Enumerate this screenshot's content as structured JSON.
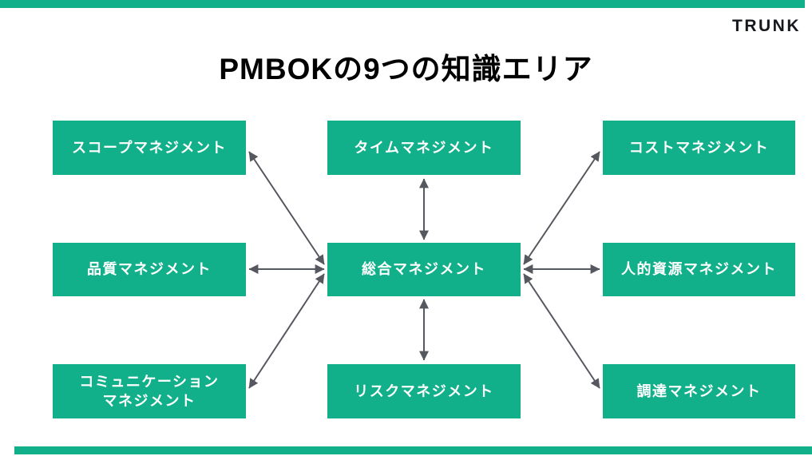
{
  "page": {
    "brand": "TRUNK",
    "title": "PMBOKの9つの知識エリア"
  },
  "diagram": {
    "center": {
      "label": "総合マネジメント"
    },
    "nodes": [
      {
        "label": "スコープマネジメント",
        "position": "top-left"
      },
      {
        "label": "タイムマネジメント",
        "position": "top-center"
      },
      {
        "label": "コストマネジメント",
        "position": "top-right"
      },
      {
        "label": "品質マネジメント",
        "position": "middle-left"
      },
      {
        "label": "人的資源マネジメント",
        "position": "middle-right"
      },
      {
        "label": "コミュニケーション\nマネジメント",
        "position": "bottom-left"
      },
      {
        "label": "リスクマネジメント",
        "position": "bottom-center"
      },
      {
        "label": "調達マネジメント",
        "position": "bottom-right"
      }
    ],
    "connection_style": "double-headed arrows between center node and all 8 surrounding nodes",
    "colors": {
      "box_fill": "#12b08a",
      "box_text": "#ffffff",
      "arrow": "#55585e",
      "accent_bar": "#12b08a",
      "title_text": "#000000",
      "brand_text": "#16181d"
    }
  }
}
